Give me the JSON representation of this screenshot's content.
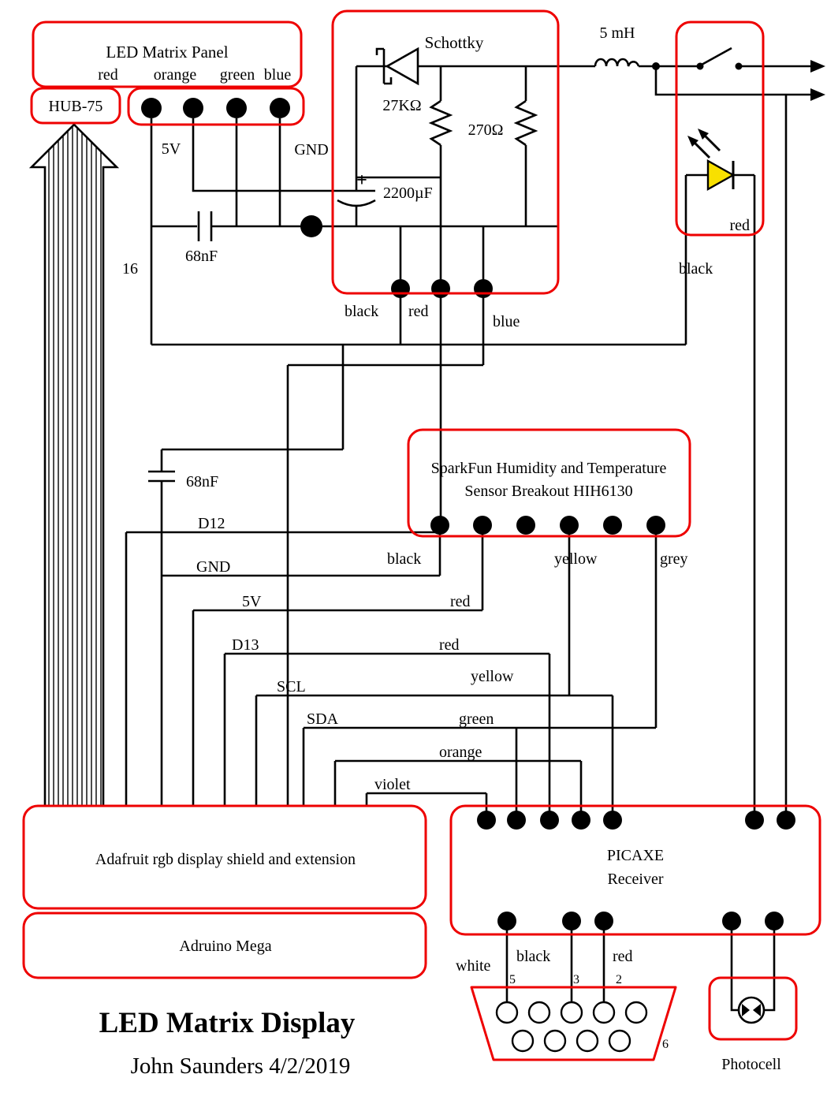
{
  "colors": {
    "box_outline": "#ee0000",
    "wire": "#000000",
    "led_fill": "#f8e000"
  },
  "panel": {
    "title": "LED Matrix Panel",
    "pin_red": "red",
    "pin_orange": "orange",
    "pin_green": "green",
    "pin_blue": "blue",
    "hub": "HUB-75",
    "v5": "5V",
    "gnd": "GND",
    "ribbon_count": "16"
  },
  "power": {
    "schottky": "Schottky",
    "r1": "27KΩ",
    "r2": "270Ω",
    "plus": "+",
    "cap_big": "2200µF",
    "cap1": "68nF",
    "inductor": "5 mH",
    "out_black": "black",
    "out_red": "red",
    "out_blue": "blue"
  },
  "switch_led": {
    "red": "red",
    "black": "black"
  },
  "bus": {
    "cap2": "68nF",
    "d12": "D12",
    "gnd": "GND",
    "v5": "5V",
    "d13": "D13",
    "scl": "SCL",
    "sda": "SDA",
    "red_5v": "red",
    "red_d13": "red",
    "yellow": "yellow",
    "green": "green",
    "orange": "orange",
    "violet": "violet"
  },
  "sensor": {
    "title1": "SparkFun Humidity and Temperature",
    "title2": "Sensor Breakout HIH6130",
    "black": "black",
    "yellow": "yellow",
    "grey": "grey"
  },
  "boards": {
    "adafruit": "Adafruit rgb display shield and extension",
    "arduino": "Adruino Mega",
    "picaxe1": "PICAXE",
    "picaxe2": "Receiver"
  },
  "connector": {
    "white": "white",
    "black": "black",
    "red": "red",
    "p5": "5",
    "p3": "3",
    "p2": "2",
    "p6": "6"
  },
  "photocell": {
    "label": "Photocell"
  },
  "footer": {
    "title": "LED Matrix Display",
    "author": "John Saunders 4/2/2019"
  }
}
